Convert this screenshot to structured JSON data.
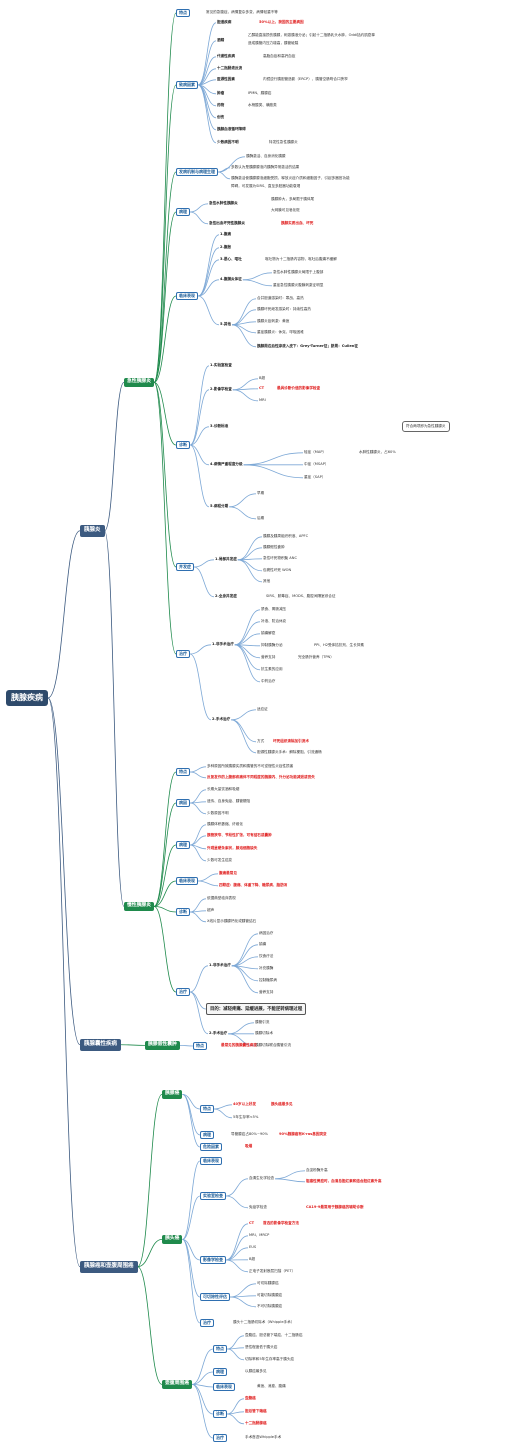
{
  "root": "胰腺疾病",
  "l1": {
    "pancreatitis": "胰腺炎",
    "cyst": "胰腺囊性疾病",
    "tumor": "胰腺癌和壶腹周围癌"
  },
  "l2": {
    "acute": "急性胰腺炎",
    "chronic": "慢性胰腺炎",
    "pseudocyst": "胰腺假性囊肿",
    "pancreatic_cancer": "胰腺癌",
    "head_cancer": "胰头癌",
    "periampullary": "壶腹周围癌"
  },
  "acute": {
    "features_label": "特点",
    "features": "常见的急腹症，病情复杂多变，病情轻重不等",
    "etiology_label": "致病因素",
    "etiology": [
      "胆道疾病",
      "50%以上，我国的主要病因",
      "酒精",
      "乙醇能直接损伤胰腺，刺激胰液分泌；引起十二指肠乳头水肿，Oddi括约肌痉挛",
      "造成胰管内压力增高，胰管破裂",
      "代谢性疾病",
      "高脂血症和高钙血症",
      "十二指肠液反流",
      "医源性因素",
      "内镜逆行胰胆管造影（ERCP）、胰管空肠吻合口狭窄",
      "肿瘤",
      "IPMN、胰腺癌",
      "药物",
      "水杨酸类、磺胺类",
      "创伤",
      "胰腺血液循环障碍",
      "少数病因不明",
      "特发性急性胰腺炎"
    ],
    "mech_label": "发病机制与病理生理",
    "mech": [
      "胰酶激活、自身消化胰腺",
      "多数认为是胰腺腺泡内胰酶异常激活的结果",
      "胰酶激活使胰腺腺泡细胞受损，释放炎症介质和细胞因子，引起多器官功能",
      "障碍，可发展为SIRS、直至多脏器功能衰竭"
    ],
    "path_label": "病理",
    "path": [
      "急性水肿性胰腺炎",
      "胰腺肿大，多局限于胰体尾",
      "大网膜可见皂化斑",
      "急性出血坏死性胰腺炎",
      "胰腺实质出血、坏死"
    ],
    "clin_label": "临床表现",
    "clin": [
      "1.腹痛",
      "2.腹胀",
      "3.恶心、呕吐",
      "呕吐物为十二指肠内容物，呕吐后腹痛不缓解",
      "4.腹膜炎体征",
      "急性水肿性胰腺炎局限于上腹部",
      "重症急性胰腺炎腹膜刺激征明显",
      "5.其他",
      "合并胆道感染时：寒战、高热",
      "胰腺坏死继发感染时：持续性高热",
      "胰腺炎症刺激：黄疸",
      "重症胰腺炎：休克、呼吸困难",
      "胰腺周边血性渗液入皮下：Grey-Turner征；脐周：Cullen征"
    ],
    "diag_label": "诊断",
    "diag": [
      "1.实验室检查",
      "2.影像学检查",
      "B超",
      "CT",
      "最具诊断价值的影像学检查",
      "MRI",
      "3.诊断标准",
      "符合两项即为急性胰腺炎",
      "4.病情严重程度分级",
      "轻症（MAP）",
      "水肿性胰腺炎，占60%",
      "中症（MSAP）",
      "重症（SAP）",
      "5.病程分期",
      "早期",
      "后期"
    ],
    "comp_label": "并发症",
    "comp": [
      "1.局部并发症",
      "胰腺及胰周组织积液、APFC",
      "胰腺假性囊肿",
      "急性坏死物积聚 ANC",
      "包裹性坏死 WON",
      "其他",
      "2.全身并发症",
      "SIRS、脓毒症、MODS、腹腔间隔室综合征"
    ],
    "treat_label": "治疗",
    "treat": [
      "1.非手术治疗",
      "禁食、胃肠减压",
      "补液、防治休克",
      "镇痛解痉",
      "抑制胰酶分泌",
      "PPI、H2受体拮抗剂、生长抑素",
      "营养支持",
      "完全肠外营养（TPN）",
      "抗生素的应用",
      "中药治疗",
      "2.手术治疗",
      "适应证",
      "方式",
      "坏死组织清除加引流术",
      "胆源性胰腺炎手术：解除梗阻、引流通畅"
    ]
  },
  "chronic": {
    "features_label": "特点",
    "features": [
      "多种原因所致胰腺实质和胰管的不可逆慢性炎症性损害",
      "反复发作的上腹部疼痛伴不同程度的胰腺内、外分泌功能减退或丧失"
    ],
    "cause_label": "病因",
    "cause": [
      "长期大量饮酒和吸烟",
      "遗传、自身免疫、胰管梗阻",
      "少数原因不明"
    ],
    "path_label": "病理",
    "path": [
      "胰腺体积萎缩、纤维化",
      "胰管狭窄、节段性扩张，可有结石或囊肿",
      "外观呈硬条索状，腺泡细胞缺失",
      "少数可发生癌变"
    ],
    "clin_label": "临床表现",
    "clin": [
      "腹痛最常见",
      "四联症：腹痛、体重下降、糖尿病、脂肪泻"
    ],
    "diag_label": "诊断",
    "diag": [
      "依据典型临床表现",
      "超声",
      "X线片显示胰腺钙化或胰管结石"
    ],
    "treat_label": "治疗",
    "treat": [
      "1.非手术治疗",
      "病因治疗",
      "镇痛",
      "饮食疗法",
      "补充胰酶",
      "控制糖尿病",
      "营养支持",
      "目的：减轻疼痛、延缓进展，不能逆转病理过程",
      "2.手术治疗",
      "胰管引流",
      "胰腺切除术",
      "胰腺切除联合胰管引流"
    ]
  },
  "pseudocyst": {
    "features_label": "特点",
    "features": "最常见的胰腺囊性病变"
  },
  "cancer": {
    "features_label": "特点",
    "features": [
      "40岁以上好发",
      "胰头癌最多见",
      "5年生存率<5%"
    ],
    "path_label": "病理",
    "path": [
      "导管腺癌占80%~90%",
      "90%胰腺癌有K-ras基因突变"
    ],
    "risk_label": "危险因素",
    "risk": "吸烟"
  },
  "head": {
    "clin_label": "临床表现",
    "lab_label": "实验室检查",
    "img_label": "影像学检查",
    "resect_label": "可切除性评估",
    "treat_label": "治疗",
    "treat": "胰头十二指肠切除术（Whipple手术）",
    "lab": [
      "血清生化学检查",
      "血淀粉酶升高",
      "阻塞性黄疸时，血清总胆红素和结合胆红素升高",
      "免疫学检查",
      "CA19-9最常用于胰腺癌的辅助诊断"
    ],
    "img": [
      "CT",
      "首选的影像学检查方法",
      "MRI、MRCP",
      "EUS",
      "B超",
      "正电子发射断层扫描（PET）"
    ],
    "resect": [
      "可切除胰腺癌",
      "可能切除胰腺癌",
      "不可切除胰腺癌"
    ]
  },
  "peri": {
    "features_label": "特点",
    "features": [
      "壶腹癌、胆总管下端癌、十二指肠癌",
      "恶性程度低于胰头癌",
      "切除率和5年生存率高于胰头癌"
    ],
    "path_label": "病理",
    "path": "以腺癌最多见",
    "clin_label": "临床表现",
    "clin": "黄疸、消瘦、腹痛",
    "diag_label": "诊断",
    "diag": [
      "壶腹癌",
      "胆总管下端癌",
      "十二指肠腺癌"
    ],
    "treat_label": "治疗",
    "treat": "手术首选Whipple手术"
  }
}
